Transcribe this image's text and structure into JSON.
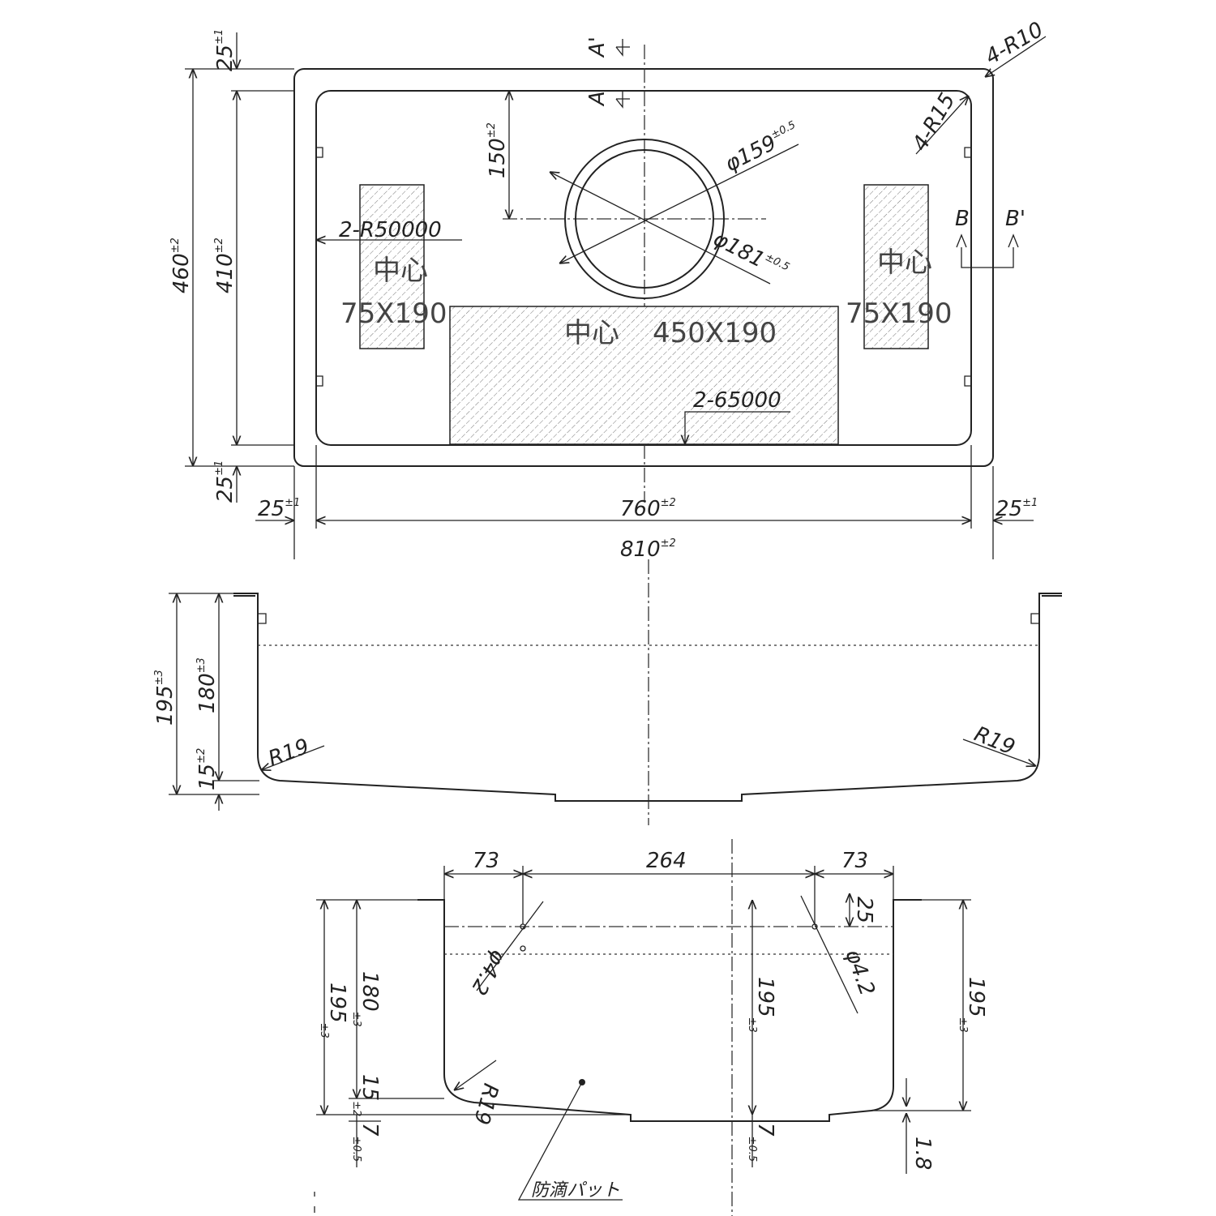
{
  "top_view": {
    "dim_left_top": "25",
    "dim_left_top_tol": "±1",
    "dim_left_bottom": "25",
    "dim_left_bottom_tol": "±1",
    "dim_overall_height": "460",
    "dim_overall_height_tol": "±2",
    "dim_inner_height": "410",
    "dim_inner_height_tol": "±2",
    "dim_drain_offset": "150",
    "dim_drain_offset_tol": "±2",
    "dim_inner_width": "760",
    "dim_inner_width_tol": "±2",
    "dim_overall_width": "810",
    "dim_overall_width_tol": "±2",
    "dim_flange_left": "25",
    "dim_flange_left_tol": "±1",
    "dim_flange_right": "25",
    "dim_flange_right_tol": "±1",
    "corner_outer": "4-R10",
    "corner_inner": "4-R15",
    "hole_inner": "φ159",
    "hole_inner_tol": "±0.5",
    "hole_outer": "φ181",
    "hole_outer_tol": "±0.5",
    "side_radius_note": "2-R50000",
    "bottom_radius_note": "2-65000",
    "section_a": "A",
    "section_a_prime": "A'",
    "section_b": "B",
    "section_b_prime": "B'",
    "pad_left_center": "中心",
    "pad_left_size": "75X190",
    "pad_mid_center": "中心",
    "pad_mid_size": "450X190",
    "pad_right_center": "中心",
    "pad_right_size": "75X190"
  },
  "side_view": {
    "dim_total": "195",
    "dim_total_tol": "±3",
    "dim_depth": "180",
    "dim_depth_tol": "±3",
    "dim_slope": "15",
    "dim_slope_tol": "±2",
    "radius_left": "R19",
    "radius_right": "R19"
  },
  "section_view": {
    "dim_a": "73",
    "dim_b": "264",
    "dim_c": "73",
    "dim_small": "25",
    "hole_left": "φ4.2",
    "hole_right": "φ4.2",
    "dim_left_total": "195",
    "dim_left_total_tol": "±3",
    "dim_left_depth": "180",
    "dim_left_depth_tol": "±3",
    "dim_left_slope": "15",
    "dim_left_slope_tol": "±2",
    "dim_left_pad": "7",
    "dim_left_pad_tol": "±0.5",
    "dim_mid_total": "195",
    "dim_mid_total_tol": "±3",
    "dim_mid_pad": "7",
    "dim_mid_pad_tol": "±0.5",
    "dim_right_total": "195",
    "dim_right_total_tol": "±3",
    "thickness": "1.8",
    "radius": "R19",
    "pad_note": "防滴パット"
  }
}
